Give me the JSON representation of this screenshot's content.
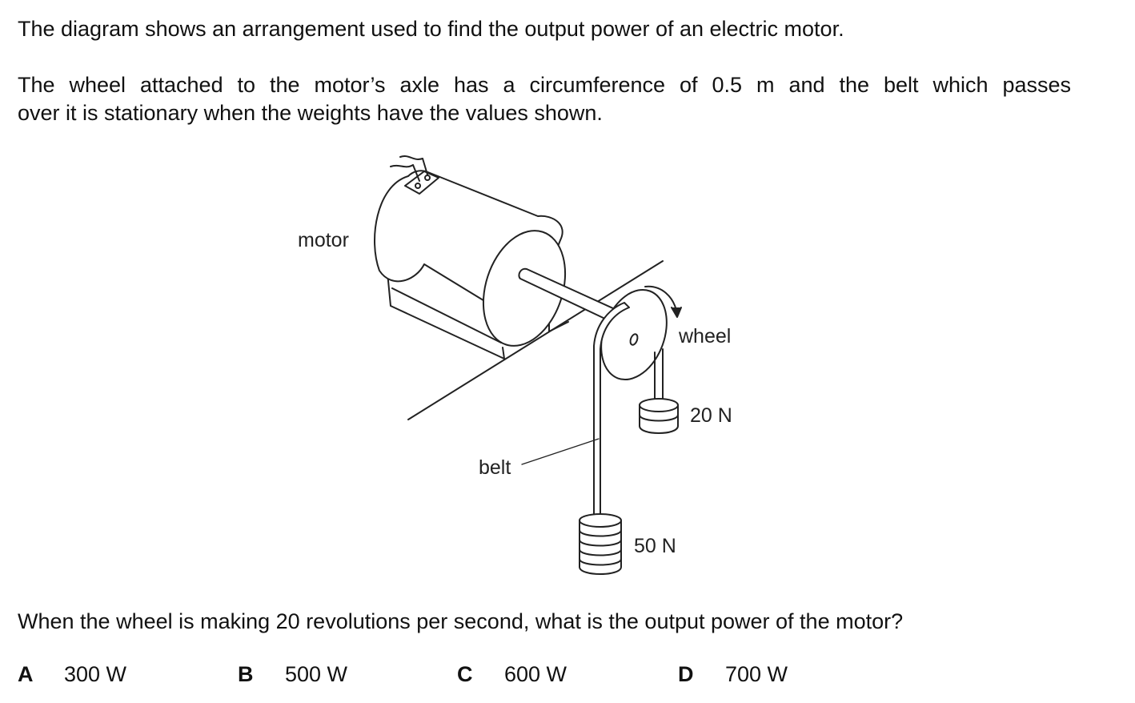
{
  "question": {
    "intro": "The diagram shows an arrangement used to find the output power of an electric motor.",
    "detail_line1": "The wheel attached to the motor’s axle has a circumference of 0.5 m and the belt which passes",
    "detail_line2": "over it is stationary when the weights have the values shown.",
    "prompt": "When the wheel is making 20 revolutions per second, what is the output power of the motor?"
  },
  "diagram": {
    "labels": {
      "motor": "motor",
      "wheel": "wheel",
      "belt": "belt",
      "small_weight": "20 N",
      "large_weight": "50 N"
    }
  },
  "options": [
    {
      "letter": "A",
      "text": "300 W"
    },
    {
      "letter": "B",
      "text": "500 W"
    },
    {
      "letter": "C",
      "text": "600 W"
    },
    {
      "letter": "D",
      "text": "700 W"
    }
  ]
}
